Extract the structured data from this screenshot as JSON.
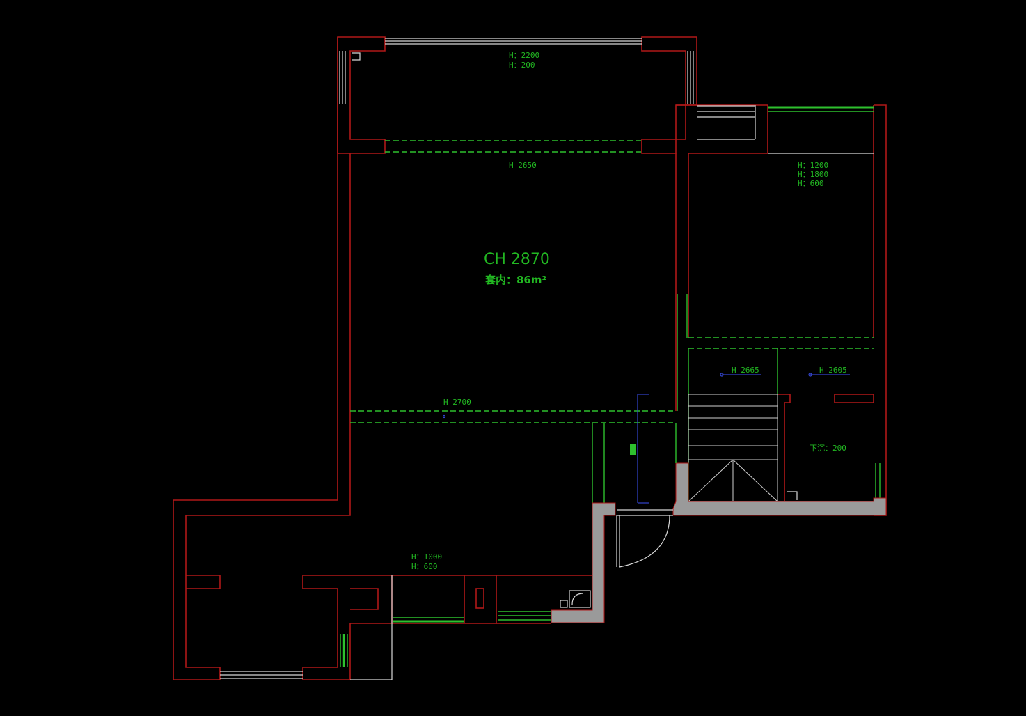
{
  "drawing": {
    "background": "#000000",
    "colors": {
      "wall": "#b01818",
      "window": "#d8d8d8",
      "annotation": "#2ec02e",
      "floor_fill": "#9a9a9a",
      "marker": "#3344cc"
    },
    "main_room": {
      "ceiling_height": "CH  2870",
      "area": "套内：86m²"
    },
    "top_room_heights": [
      "H：2200",
      "H：200"
    ],
    "top_beam_height": "H  2650",
    "right_room_heights": [
      "H：1200",
      "H：1800",
      "H：600"
    ],
    "mid_beam_height": "H  2700",
    "stair_heights": [
      "H  2665",
      "H  2605"
    ],
    "stair_room_note": "下沉：200",
    "bottom_room_heights": [
      "H：1000",
      "H：600"
    ]
  }
}
